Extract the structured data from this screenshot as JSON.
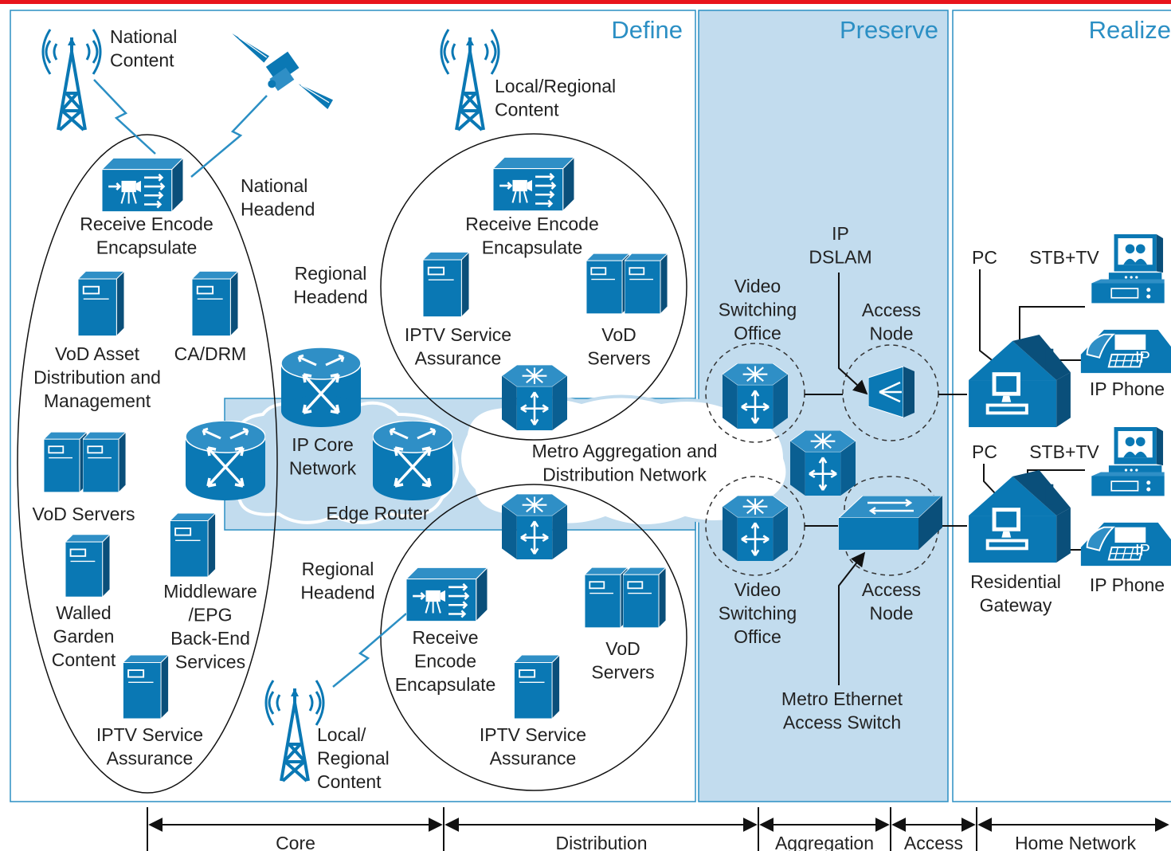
{
  "colors": {
    "top_stripe": "#e8141c",
    "device_blue": "#0a78b4",
    "device_dark": "#0a4f7a",
    "title_blue": "#2b8fc4",
    "preserve_fill": "#c2dcee",
    "core_cloud_fill": "#c2dcee"
  },
  "sections": {
    "define": "Define",
    "preserve": "Preserve",
    "realize": "Realize"
  },
  "labels": {
    "national_content": [
      "National",
      "Content"
    ],
    "national_headend": [
      "National",
      "Headend"
    ],
    "local_regional_content_top": [
      "Local/Regional",
      "Content"
    ],
    "nat_ree": [
      "Receive Encode",
      "Encapsulate"
    ],
    "vod_asset": [
      "VoD Asset",
      "Distribution and",
      "Management"
    ],
    "ca_drm": [
      "CA/DRM"
    ],
    "vod_servers_left": [
      "VoD Servers"
    ],
    "walled_garden": [
      "Walled",
      "Garden",
      "Content"
    ],
    "middleware": [
      "Middleware",
      "/EPG",
      "Back-End",
      "Services"
    ],
    "iptv_sa_left": [
      "IPTV Service",
      "Assurance"
    ],
    "regional_headend_top": [
      "Regional",
      "Headend"
    ],
    "reg1_ree": [
      "Receive Encode",
      "Encapsulate"
    ],
    "reg1_iptv_sa": [
      "IPTV Service",
      "Assurance"
    ],
    "reg1_vod": [
      "VoD",
      "Servers"
    ],
    "ip_core_network": [
      "IP Core",
      "Network"
    ],
    "edge_router": [
      "Edge Router"
    ],
    "metro_network": [
      "Metro Aggregation and",
      "Distribution Network"
    ],
    "regional_headend_bottom": [
      "Regional",
      "Headend"
    ],
    "reg2_ree": [
      "Receive",
      "Encode",
      "Encapsulate"
    ],
    "reg2_vod": [
      "VoD",
      "Servers"
    ],
    "reg2_iptv_sa": [
      "IPTV Service",
      "Assurance"
    ],
    "local_regional_content_bottom": [
      "Local/",
      "Regional",
      "Content"
    ],
    "ip_dslam": [
      "IP",
      "DSLAM"
    ],
    "vso_top": [
      "Video",
      "Switching",
      "Office"
    ],
    "access_node_top": [
      "Access",
      "Node"
    ],
    "vso_bottom": [
      "Video",
      "Switching",
      "Office"
    ],
    "access_node_bottom": [
      "Access",
      "Node"
    ],
    "metro_ethernet_switch": [
      "Metro Ethernet",
      "Access Switch"
    ],
    "pc_top": [
      "PC"
    ],
    "stb_tv_top": [
      "STB+TV"
    ],
    "ip_phone_top": [
      "IP Phone"
    ],
    "pc_bottom": [
      "PC"
    ],
    "stb_tv_bottom": [
      "STB+TV"
    ],
    "residential_gateway": [
      "Residential",
      "Gateway"
    ],
    "ip_phone_bottom": [
      "IP Phone"
    ],
    "phone_badge": "IP"
  },
  "segments": [
    "Core",
    "Distribution",
    "Aggregation",
    "Access",
    "Home Network"
  ]
}
